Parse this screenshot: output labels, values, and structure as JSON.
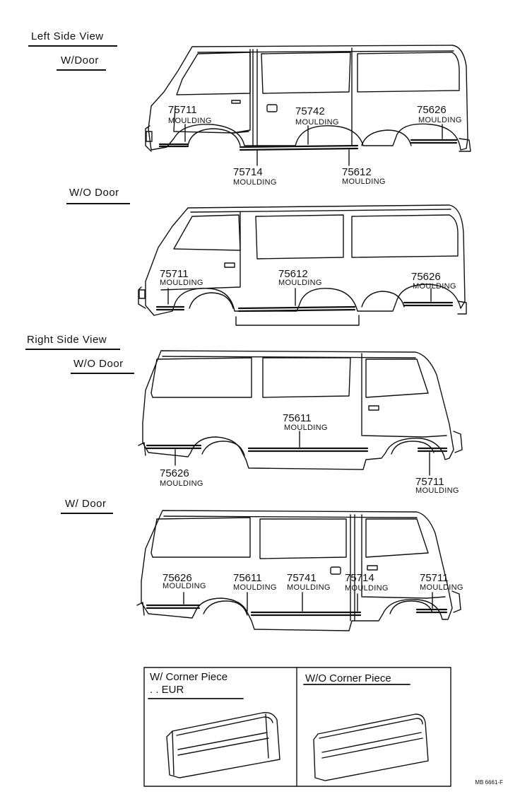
{
  "sections": {
    "left_title": "Left Side View",
    "left_wdoor": "W/Door",
    "left_wodoor": "W/O  Door",
    "right_title": "Right  Side  View",
    "right_wodoor": "W/O  Door",
    "right_wdoor": "W/ Door"
  },
  "callouts": {
    "v1": [
      {
        "code": "75711",
        "name": "MOULDING"
      },
      {
        "code": "75742",
        "name": "MOULDING"
      },
      {
        "code": "75626",
        "name": "MOULDING"
      },
      {
        "code": "75714",
        "name": "MOULDING"
      },
      {
        "code": "75612",
        "name": "MOULDING"
      }
    ],
    "v2": [
      {
        "code": "75711",
        "name": "MOULDING"
      },
      {
        "code": "75612",
        "name": "MOULDING"
      },
      {
        "code": "75626",
        "name": "MOULDING"
      }
    ],
    "v3": [
      {
        "code": "75611",
        "name": "MOULDING"
      },
      {
        "code": "75626",
        "name": "MOULDING"
      },
      {
        "code": "75711",
        "name": "MOULDING"
      }
    ],
    "v4": [
      {
        "code": "75626",
        "name": "MOULDING"
      },
      {
        "code": "75611",
        "name": "MOULDING"
      },
      {
        "code": "75741",
        "name": "MOULDING"
      },
      {
        "code": "75714",
        "name": "MOULDING"
      },
      {
        "code": "75711",
        "name": "MOULDING"
      }
    ]
  },
  "inset": {
    "left_title": "W/ Corner  Piece",
    "left_sub": ". . EUR",
    "right_title": "W/O  Corner  Piece"
  },
  "ref": "MB 6661-F"
}
